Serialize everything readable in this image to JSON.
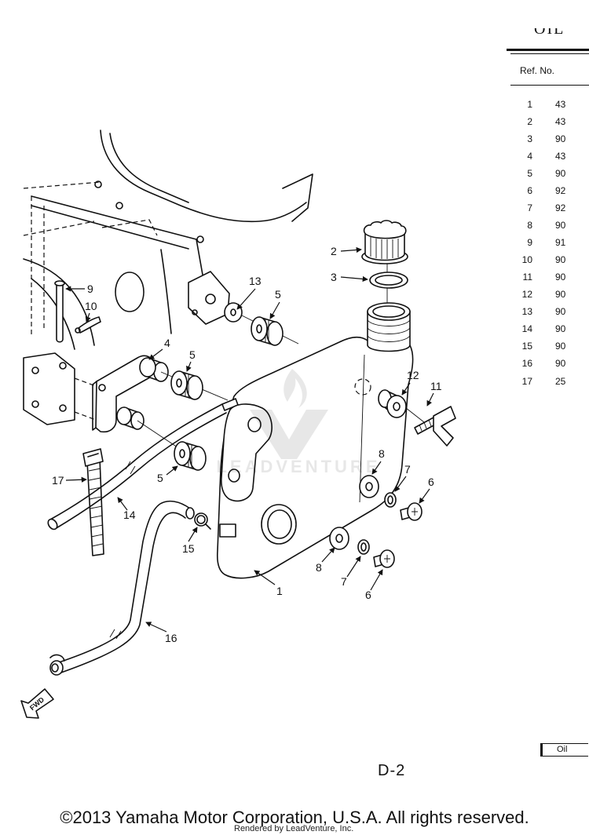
{
  "header": {
    "title": "OIL"
  },
  "parts_table": {
    "column_header": "Ref. No.",
    "rows": [
      {
        "ref": "1",
        "part_no_prefix": "43"
      },
      {
        "ref": "2",
        "part_no_prefix": "43"
      },
      {
        "ref": "3",
        "part_no_prefix": "90"
      },
      {
        "ref": "4",
        "part_no_prefix": "43"
      },
      {
        "ref": "5",
        "part_no_prefix": "90"
      },
      {
        "ref": "6",
        "part_no_prefix": "92"
      },
      {
        "ref": "7",
        "part_no_prefix": "92"
      },
      {
        "ref": "8",
        "part_no_prefix": "90"
      },
      {
        "ref": "9",
        "part_no_prefix": "91"
      },
      {
        "ref": "10",
        "part_no_prefix": "90"
      },
      {
        "ref": "11",
        "part_no_prefix": "90"
      },
      {
        "ref": "12",
        "part_no_prefix": "90"
      },
      {
        "ref": "13",
        "part_no_prefix": "90"
      },
      {
        "ref": "14",
        "part_no_prefix": "90"
      },
      {
        "ref": "15",
        "part_no_prefix": "90"
      },
      {
        "ref": "16",
        "part_no_prefix": "90"
      },
      {
        "ref": "17",
        "part_no_prefix": "25"
      }
    ]
  },
  "diagram": {
    "callouts": [
      "2",
      "3",
      "13",
      "5",
      "9",
      "10",
      "4",
      "5",
      "12",
      "11",
      "8",
      "7",
      "6",
      "17",
      "14",
      "5",
      "15",
      "8",
      "7",
      "6",
      "1",
      "16"
    ],
    "direction_label": "FWD",
    "watermark": "LEADVENTURE"
  },
  "footer": {
    "section_tab": "Oil",
    "page_number": "D-2",
    "copyright": "©2013 Yamaha Motor Corporation, U.S.A. All rights reserved.",
    "rendered_by": "Rendered by LeadVenture, Inc."
  }
}
